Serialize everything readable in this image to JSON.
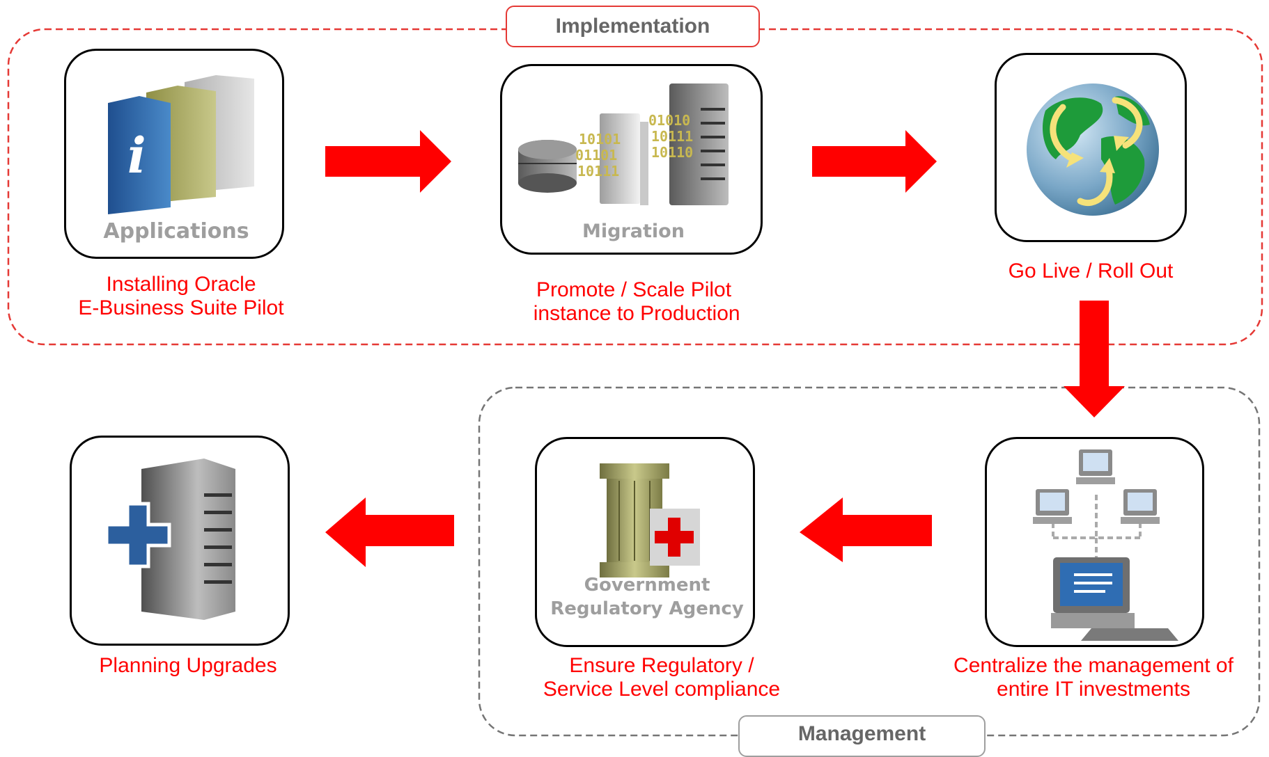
{
  "groups": {
    "implementation": {
      "label": "Implementation",
      "border_color": "#e53935"
    },
    "management": {
      "label": "Management",
      "border_color": "#757575"
    }
  },
  "steps": [
    {
      "icon": "applications-books-icon",
      "icon_label": "Applications",
      "caption_lines": [
        "Installing Oracle",
        "E-Business Suite Pilot"
      ]
    },
    {
      "icon": "migration-servers-icon",
      "icon_label": "Migration",
      "caption_lines": [
        "Promote / Scale Pilot",
        " instance to Production"
      ]
    },
    {
      "icon": "globe-icon",
      "icon_label": "",
      "caption_lines": [
        "Go Live / Roll Out"
      ]
    },
    {
      "icon": "network-computers-icon",
      "icon_label": "",
      "caption_lines": [
        "Centralize the management of",
        "entire IT investments"
      ]
    },
    {
      "icon": "government-pillar-icon",
      "icon_label_lines": [
        "Government",
        "Regulatory Agency"
      ],
      "caption_lines": [
        "Ensure Regulatory /",
        "Service Level compliance"
      ]
    },
    {
      "icon": "server-plus-icon",
      "icon_label": "",
      "caption_lines": [
        "Planning Upgrades"
      ]
    }
  ],
  "colors": {
    "arrow": "#ff0000",
    "caption": "#ff0000",
    "label_text": "#666666"
  }
}
